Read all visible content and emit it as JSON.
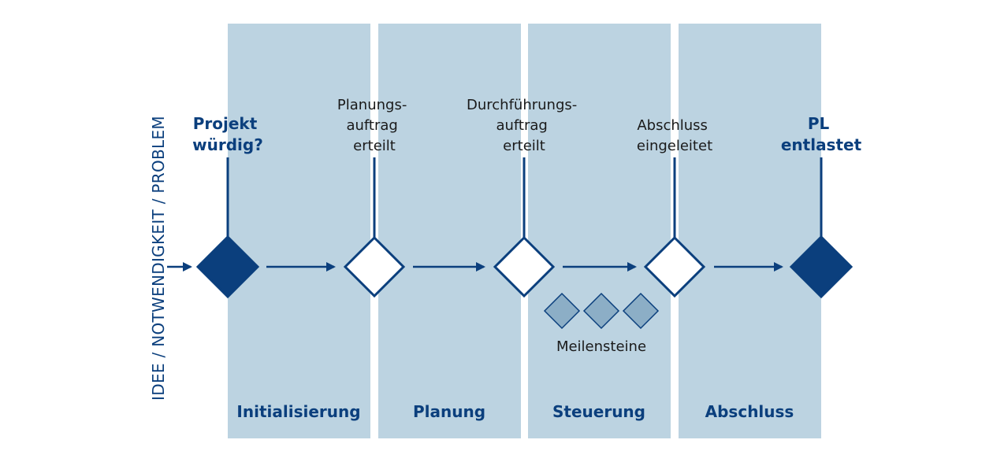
{
  "colors": {
    "phase_fill": "#bcd3e1",
    "dark_blue": "#0b3f7d",
    "milestone_fill": "#8caec6",
    "text": "#1a1a1a"
  },
  "side_label": "IDEE / NOTWENDIGKEIT / PROBLEM",
  "phases": [
    {
      "label": "Initialisierung"
    },
    {
      "label": "Planung"
    },
    {
      "label": "Steuerung"
    },
    {
      "label": "Abschluss"
    }
  ],
  "gates": [
    {
      "lines": [
        "Projekt",
        "würdig?"
      ],
      "style": "filled"
    },
    {
      "lines": [
        "Planungs-",
        "auftrag",
        "erteilt"
      ],
      "style": "outline"
    },
    {
      "lines": [
        "Durchführungs-",
        "auftrag",
        "erteilt"
      ],
      "style": "outline"
    },
    {
      "lines": [
        "Abschluss",
        "eingeleitet"
      ],
      "style": "outline"
    },
    {
      "lines": [
        "PL",
        "entlastet"
      ],
      "style": "filled"
    }
  ],
  "milestones": {
    "label": "Meilensteine",
    "count": 3
  }
}
